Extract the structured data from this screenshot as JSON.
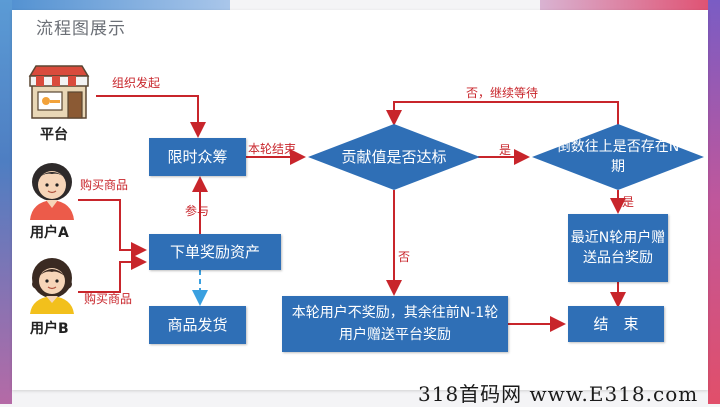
{
  "slide": {
    "title": "流程图展示"
  },
  "actors": {
    "platform": {
      "label": "平台"
    },
    "user_a": {
      "label": "用户A"
    },
    "user_b": {
      "label": "用户B"
    }
  },
  "nodes": {
    "limited_crowdfunding": "限时众筹",
    "order_reward_assets": "下单奖励资产",
    "goods_shipping": "商品发货",
    "contribution_check": "贡献值是否达标",
    "countdown_check": "倒数往上是否存在N期",
    "recent_n_users_gift": "最近N轮用户赠送品台奖励",
    "current_no_reward": "本轮用户不奖励，其余往前N-1轮用户赠送平台奖励",
    "end": "结　束"
  },
  "edge_labels": {
    "organize": "组织发起",
    "buy_goods_a": "购买商品",
    "buy_goods_b": "购买商品",
    "participate": "参与",
    "round_end": "本轮结束",
    "yes_1": "是",
    "yes_2": "是",
    "no_continue_wait": "否，继续等待",
    "no": "否"
  },
  "watermark": "318首码网 www.E318.com",
  "colors": {
    "box": "#2f6fb6",
    "arrow": "#c8252b",
    "dashed": "#3aa0e0"
  }
}
